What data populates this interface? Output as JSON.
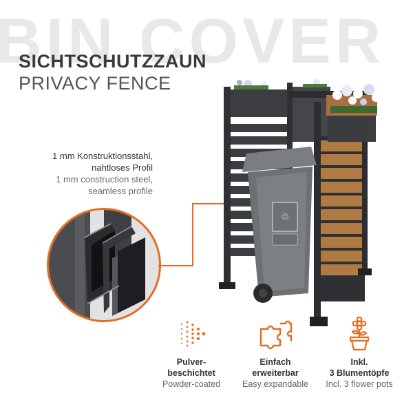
{
  "background_title": "BIN COVER",
  "title_de": "SICHTSCHUTZZAUN",
  "title_en": "PRIVACY FENCE",
  "spec": {
    "de_line1": "1 mm Konstruktionsstahl,",
    "de_line2": "nahtloses Profil",
    "en_line1": "1 mm construction steel,",
    "en_line2": "seamless profile"
  },
  "features": [
    {
      "icon": "powder-coated-dots-icon",
      "de_line1": "Pulver-",
      "de_line2": "beschichtet",
      "en": "Powder-coated"
    },
    {
      "icon": "puzzle-icon",
      "de_line1": "Einfach",
      "de_line2": "erweiterbar",
      "en": "Easy expandable"
    },
    {
      "icon": "flower-pot-icon",
      "de_line1": "Inkl.",
      "de_line2": "3 Blumentöpfe",
      "en": "Incl. 3 flower pots"
    }
  ],
  "colors": {
    "accent": "#e66a1f",
    "steel": "#3b3d40",
    "wood": "#b07a45"
  }
}
